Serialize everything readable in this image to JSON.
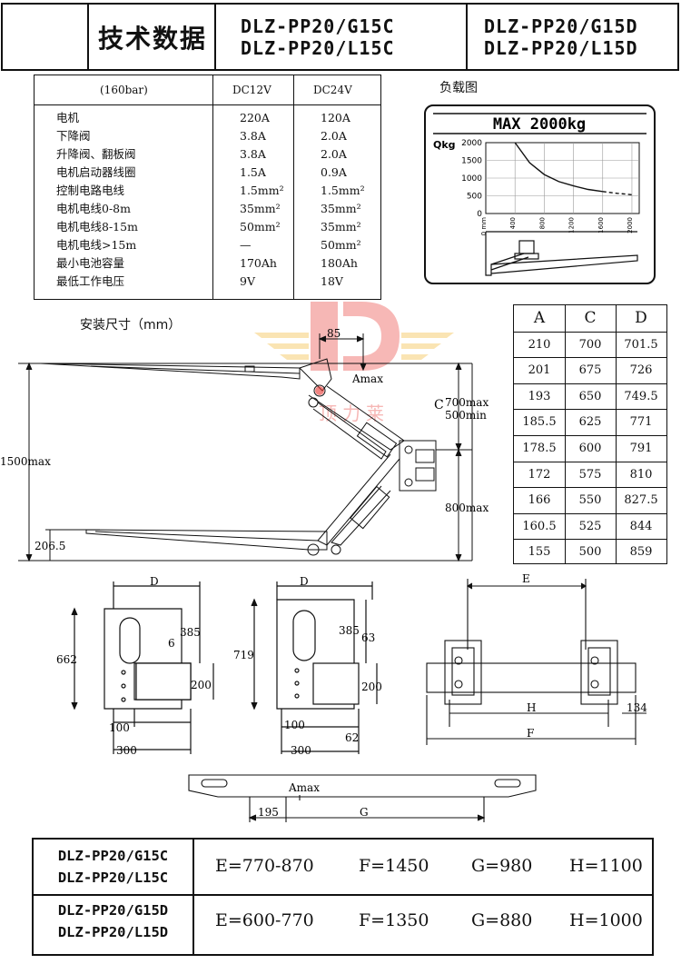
{
  "header": {
    "title": "技术数据",
    "models_c": [
      "DLZ-PP20/G15C",
      "DLZ-PP20/L15C"
    ],
    "models_d": [
      "DLZ-PP20/G15D",
      "DLZ-PP20/L15D"
    ]
  },
  "electrical": {
    "pressure": "(160bar)",
    "col1": "DC12V",
    "col2": "DC24V",
    "rows": [
      {
        "label": "电机",
        "v12": "220A",
        "v24": "120A"
      },
      {
        "label": "下降阀",
        "v12": "3.8A",
        "v24": "2.0A"
      },
      {
        "label": "升降阀、翻板阀",
        "v12": "3.8A",
        "v24": "2.0A"
      },
      {
        "label": "电机启动器线圈",
        "v12": "1.5A",
        "v24": "0.9A"
      },
      {
        "label": "控制电路电线",
        "v12": "1.5mm²",
        "v24": "1.5mm²"
      },
      {
        "label": "电机电线0-8m",
        "v12": "35mm²",
        "v24": "35mm²"
      },
      {
        "label": "电机电线8-15m",
        "v12": "50mm²",
        "v24": "35mm²"
      },
      {
        "label": "电机电线>15m",
        "v12": "—",
        "v24": "50mm²"
      },
      {
        "label": "最小电池容量",
        "v12": "170Ah",
        "v24": "180Ah"
      },
      {
        "label": "最低工作电压",
        "v12": "9V",
        "v24": "18V"
      }
    ]
  },
  "load_chart": {
    "heading": "负载图",
    "max_label": "MAX 2000kg",
    "ylabel": "Qkg",
    "y_ticks": [
      "2000",
      "1500",
      "1000",
      "500",
      "0"
    ],
    "x_ticks": [
      "0",
      "400",
      "800",
      "1200",
      "1600",
      "2000"
    ],
    "x_first": "0 mm",
    "chart_data": {
      "type": "line",
      "title": "MAX 2000kg",
      "ylabel": "Qkg",
      "xlabel": "mm",
      "xlim": [
        0,
        2100
      ],
      "ylim": [
        0,
        2000
      ],
      "x": [
        400,
        600,
        800,
        1000,
        1200,
        1400,
        1600,
        1800,
        2000
      ],
      "y": [
        2000,
        1430,
        1100,
        900,
        780,
        680,
        620,
        570,
        530
      ]
    }
  },
  "install": {
    "heading": "安装尺寸（mm）",
    "dim_85": "85",
    "amax": "Amax",
    "c_label": "C",
    "c_values": [
      "700max",
      "500min"
    ],
    "h1500": "1500max",
    "h800": "800max",
    "h206": "206.5"
  },
  "watermark": "顶力莱",
  "acd_table": {
    "headers": [
      "A",
      "C",
      "D"
    ],
    "rows": [
      [
        "210",
        "700",
        "701.5"
      ],
      [
        "201",
        "675",
        "726"
      ],
      [
        "193",
        "650",
        "749.5"
      ],
      [
        "185.5",
        "625",
        "771"
      ],
      [
        "178.5",
        "600",
        "791"
      ],
      [
        "172",
        "575",
        "810"
      ],
      [
        "166",
        "550",
        "827.5"
      ],
      [
        "160.5",
        "525",
        "844"
      ],
      [
        "155",
        "500",
        "859"
      ]
    ]
  },
  "bracket1": {
    "d": "D",
    "h662": "662",
    "d6": "6",
    "d385": "385",
    "d200": "200",
    "d100": "100",
    "d300": "300"
  },
  "bracket2": {
    "d": "D",
    "h719": "719",
    "d385": "385",
    "d63": "63",
    "d200": "200",
    "d100": "100",
    "d62": "62",
    "d300": "300"
  },
  "frame": {
    "e": "E",
    "h": "H",
    "d134": "134",
    "f": "F"
  },
  "plate": {
    "amax": "Amax",
    "d195": "195",
    "g": "G"
  },
  "bottom_table": {
    "rows": [
      {
        "models": [
          "DLZ-PP20/G15C",
          "DLZ-PP20/L15C"
        ],
        "e": "E=770-870",
        "f": "F=1450",
        "g": "G=980",
        "h": "H=1100"
      },
      {
        "models": [
          "DLZ-PP20/G15D",
          "DLZ-PP20/L15D"
        ],
        "e": "E=600-770",
        "f": "F=1350",
        "g": "G=880",
        "h": "H=1000"
      }
    ]
  }
}
